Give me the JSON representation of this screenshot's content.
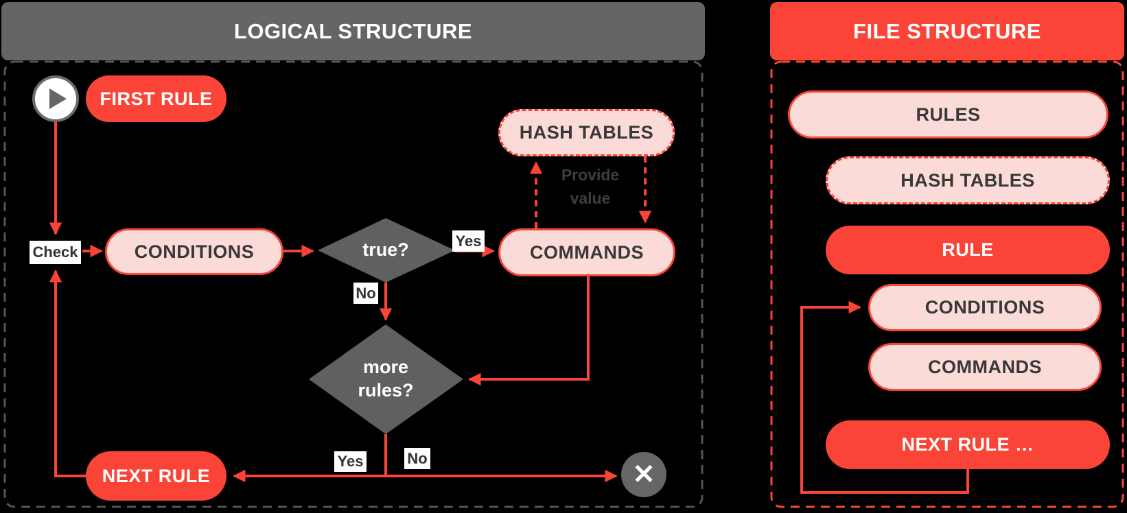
{
  "logical": {
    "title": "LOGICAL STRUCTURE",
    "nodes": {
      "first_rule": "FIRST RULE",
      "hash_tables": "HASH TABLES",
      "conditions": "CONDITIONS",
      "true_decision": "true?",
      "commands": "COMMANDS",
      "more_rules_decision": "more rules?",
      "next_rule": "NEXT RULE"
    },
    "edge_labels": {
      "check": "Check",
      "true_yes": "Yes",
      "true_no": "No",
      "more_yes": "Yes",
      "more_no": "No",
      "provide_value": "Provide value"
    },
    "end_icon": "✕"
  },
  "file": {
    "title": "FILE STRUCTURE",
    "nodes": {
      "rules": "RULES",
      "hash_tables": "HASH TABLES",
      "rule": "RULE",
      "conditions": "CONDITIONS",
      "commands": "COMMANDS",
      "next_rule": "NEXT RULE …"
    }
  },
  "colors": {
    "red": "#FB4438",
    "pink": "#FBDBD7",
    "gray_header": "#656565",
    "gray_shape": "#606060",
    "gray_dashed_border": "#555555",
    "dark_text": "#383838",
    "white": "#FFFFFF",
    "background": "#000000"
  }
}
